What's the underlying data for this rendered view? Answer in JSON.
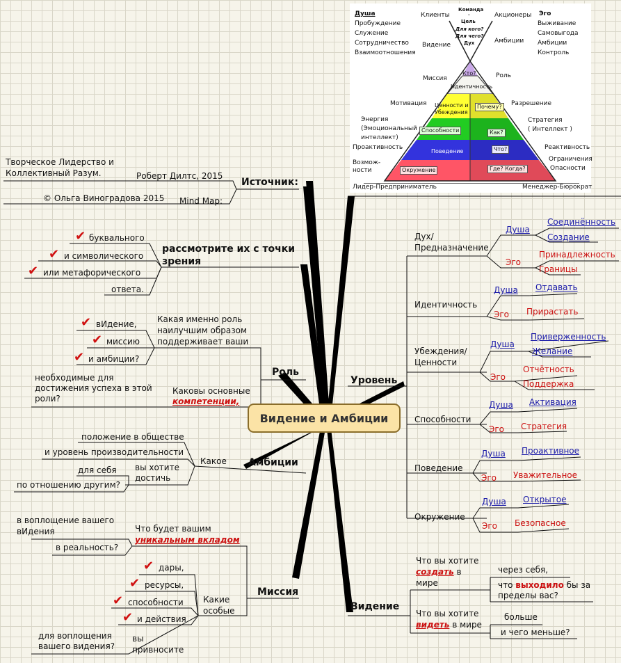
{
  "center": "Видение и Амбиции",
  "source": {
    "title": "Источник:",
    "author1": "Творческое Лидерство и",
    "author2": "Коллективный Разум.",
    "robert": "Роберт Дилтс, 2015",
    "olga": "© Ольга Виноградова 2015",
    "mindmap": "Mind Map:"
  },
  "consider": {
    "title1": "рассмотрите их с точки",
    "title2": "зрения",
    "items": [
      "буквального",
      "и символического",
      "или метафорического",
      "ответа."
    ]
  },
  "role": {
    "title": "Роль",
    "q1": "Какая именно роль",
    "q2": "наилучшим образом",
    "q3": "поддерживает ваши",
    "items": [
      "вИдение,",
      "миссию",
      "и амбиции?"
    ],
    "n1": "необходимые для",
    "n2": "достижения успеха в этой",
    "n3": "роли?",
    "c1": "Каковы основные",
    "c2": "компетенции,"
  },
  "ambitions": {
    "title": "Амбиции",
    "kakoe": "Какое",
    "items": [
      "положение в обществе",
      "и уровень производительности"
    ],
    "want1": "вы хотите",
    "want2": "достичь",
    "self": "для себя",
    "others": "по отношению другим?"
  },
  "mission": {
    "title": "Миссия",
    "v1": "в воплощение вашего",
    "v2": "вИдения",
    "w1": "Что будет вашим",
    "w2": "уникальным вкладом",
    "reality": "в реальность?",
    "special1": "Какие",
    "special2": "особые",
    "items": [
      "дары,",
      "ресурсы,",
      "способности",
      "и действия"
    ],
    "vo1": "для воплощения",
    "vo2": "вашего видения?",
    "br1": "вы",
    "br2": "привносите"
  },
  "level": {
    "title": "Уровень",
    "rows": [
      {
        "name1": "Дух/",
        "name2": "Предназначение",
        "soul": "Душа",
        "soul_items": [
          "Соединённость",
          "Создание"
        ],
        "ego": "Эго",
        "ego_items": [
          "Принадлежность",
          "Границы"
        ]
      },
      {
        "name1": "Идентичность",
        "name2": "",
        "soul": "Душа",
        "soul_items": [
          "Отдавать"
        ],
        "ego": "Эго",
        "ego_items": [
          "Прирастать"
        ]
      },
      {
        "name1": "Убеждения/",
        "name2": "Ценности",
        "soul": "Душа",
        "soul_items": [
          "Приверженность",
          "Желание"
        ],
        "ego": "Эго",
        "ego_items": [
          "Отчётность",
          "Поддержка"
        ]
      },
      {
        "name1": "Способности",
        "name2": "",
        "soul": "Душа",
        "soul_items": [
          "Активация"
        ],
        "ego": "Эго",
        "ego_items": [
          "Стратегия"
        ]
      },
      {
        "name1": "Поведение",
        "name2": "",
        "soul": "Душа",
        "soul_items": [
          "Проактивное"
        ],
        "ego": "Эго",
        "ego_items": [
          "Уважительное"
        ]
      },
      {
        "name1": "Окружение",
        "name2": "",
        "soul": "Душа",
        "soul_items": [
          "Открытое"
        ],
        "ego": "Эго",
        "ego_items": [
          "Безопасное"
        ]
      }
    ]
  },
  "vision": {
    "title": "Видение",
    "q1a": "Что вы хотите",
    "q1b": "создать",
    "q1c": "в",
    "q1d": "мире",
    "through": "через себя,",
    "what": "что",
    "goes": "выходило",
    "beyond1": "бы за",
    "beyond2": "пределы вас?",
    "q2a": "Что вы хотите",
    "q2b": "видеть",
    "q2c": "в мире",
    "more": "больше",
    "less": "и чего меньше?"
  },
  "pyramid": {
    "soul": "Душа",
    "soul_list": [
      "Пробуждение",
      "Служение",
      "Сотрудничество",
      "Взаимоотношения"
    ],
    "ego": "Эго",
    "ego_list": [
      "Выживание",
      "Самовыгода",
      "Амбиции",
      "Контроль"
    ],
    "clients": "Клиенты",
    "shareholders": "Акционеры",
    "team": "Команда",
    "dot": "·",
    "goal": "Цель",
    "for_whom": "Для кого?",
    "for_what": "Для чего?",
    "spirit": "Дух",
    "vision": "Видение",
    "ambitions": "Амбиции",
    "mission": "Миссия",
    "role": "Роль",
    "who": "Кто?",
    "identity": "Идентичность",
    "motivation": "Мотивация",
    "permission": "Разрешение",
    "values1": "Ценности и",
    "values2": "Убеждения",
    "why": "Почему?",
    "energy1": "Энергия",
    "energy2": "(Эмоциональный",
    "energy3": "интеллект)",
    "strategy1": "Стратегия",
    "strategy2": "( Интеллект )",
    "abilities": "Способности",
    "how": "Как?",
    "proactivity": "Проактивность",
    "reactivity": "Реактивность",
    "behavior": "Поведение",
    "what_q": "Что?",
    "opp1": "Возмож-",
    "opp2": "ности",
    "lim1": "Ограничения",
    "lim2": "Опасности",
    "environment": "Окружение",
    "where": "Где? Когда?",
    "leader": "Лидер-Предприниматель",
    "manager": "Менеджер-Бюрократ",
    "colors": [
      "#c9a8e8",
      "#f5f5f0",
      "#ffff33",
      "#22cc22",
      "#3333dd",
      "#ff5566"
    ]
  }
}
